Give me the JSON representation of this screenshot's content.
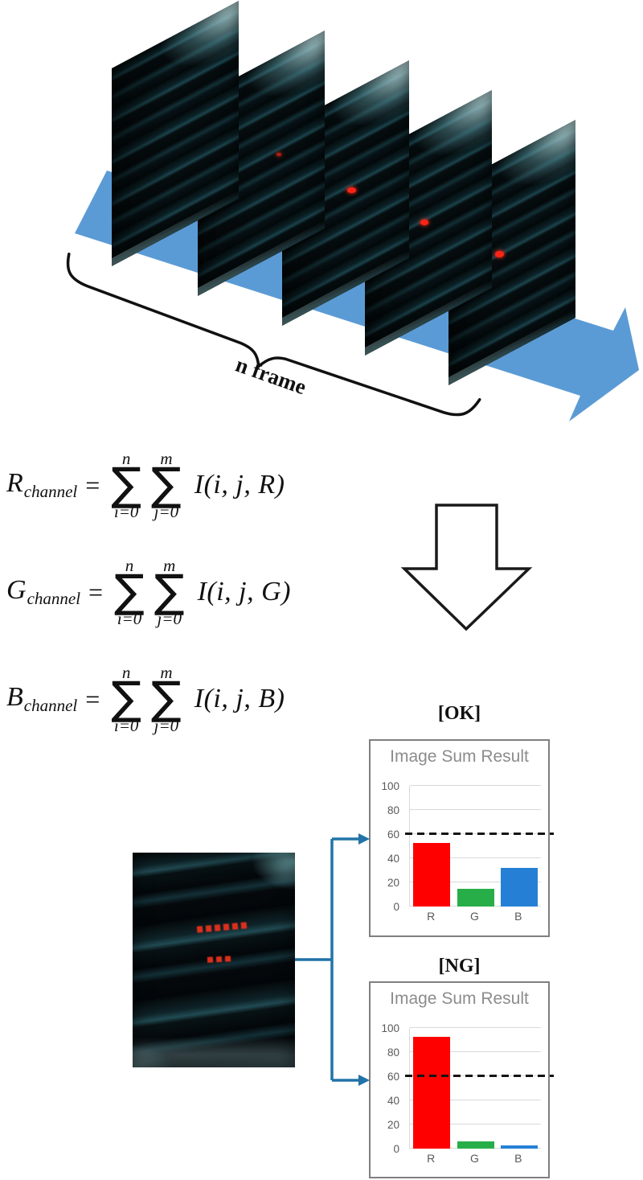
{
  "top_diagram": {
    "n_frame_label": "n frame",
    "frame_count": 5
  },
  "formulas": [
    {
      "lhs_base": "R",
      "lhs_sub": "channel",
      "equals": "=",
      "sum1_sup": "n",
      "sum1_sym": "∑",
      "sum1_sub": "i=0",
      "sum2_sup": "m",
      "sum2_sym": "∑",
      "sum2_sub": "j=0",
      "rhs": "I(i, j, R)"
    },
    {
      "lhs_base": "G",
      "lhs_sub": "channel",
      "equals": "=",
      "sum1_sup": "n",
      "sum1_sym": "∑",
      "sum1_sub": "i=0",
      "sum2_sup": "m",
      "sum2_sym": "∑",
      "sum2_sub": "j=0",
      "rhs": "I(i, j, G)"
    },
    {
      "lhs_base": "B",
      "lhs_sub": "channel",
      "equals": "=",
      "sum1_sup": "n",
      "sum1_sym": "∑",
      "sum1_sub": "i=0",
      "sum2_sup": "m",
      "sum2_sym": "∑",
      "sum2_sub": "j=0",
      "rhs": "I(i, j, B)"
    }
  ],
  "chart_data": [
    {
      "type": "bar",
      "panel_label": "[OK]",
      "title": "Image Sum Result",
      "categories": [
        "R",
        "G",
        "B"
      ],
      "values": [
        53,
        15,
        32
      ],
      "threshold": 60,
      "ylim": [
        0,
        100
      ],
      "yticks": [
        0,
        20,
        40,
        60,
        80,
        100
      ],
      "bar_colors": [
        "#ff0000",
        "#27ae49",
        "#2580d5"
      ],
      "grid": true,
      "legend_position": "none"
    },
    {
      "type": "bar",
      "panel_label": "[NG]",
      "title": "Image Sum Result",
      "categories": [
        "R",
        "G",
        "B"
      ],
      "values": [
        93,
        6,
        3
      ],
      "threshold": 60,
      "ylim": [
        0,
        100
      ],
      "yticks": [
        0,
        20,
        40,
        60,
        80,
        100
      ],
      "bar_colors": [
        "#ff0000",
        "#27ae49",
        "#2580d5"
      ],
      "grid": true,
      "legend_position": "none"
    }
  ],
  "colors": {
    "flow_arrow_blue": "#5b9bd5",
    "connector_blue": "#2273a8",
    "threshold_black": "#141414",
    "grid_gray": "#d9d9d9",
    "axis_text_gray": "#595959",
    "title_gray": "#8c8c8c",
    "chart_border_gray": "#7f7f7f",
    "laser_red": "#ff2416"
  }
}
